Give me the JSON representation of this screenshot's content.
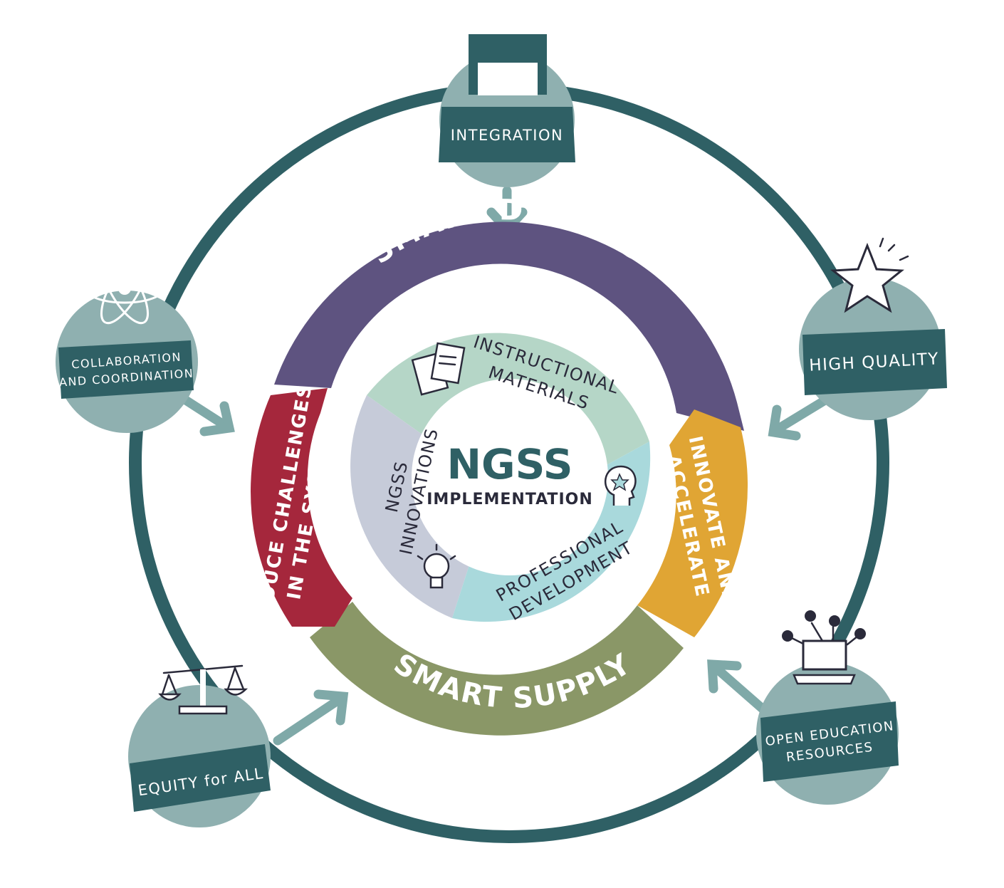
{
  "center": {
    "title": "NGSS",
    "subtitle": "IMPLEMENTATION"
  },
  "outer_ring": {
    "top": "SMART DEMAND",
    "bottom": "SMART SUPPLY",
    "left": "REDUCE CHALLENGES IN THE SYSTEM",
    "left_line1": "REDUCE CHALLENGES",
    "left_line2": "IN THE SYSTEM",
    "right_line1": "INNOVATE AND",
    "right_line2": "ACCELERATE"
  },
  "inner_ring": {
    "instructional_line1": "INSTRUCTIONAL",
    "instructional_line2": "MATERIALS",
    "innovations_line1": "NGSS",
    "innovations_line2": "INNOVATIONS",
    "pd_line1": "PROFESSIONAL",
    "pd_line2": "DEVELOPMENT"
  },
  "nodes": [
    {
      "id": "integration",
      "label_line1": "INTEGRATION",
      "label_line2": "",
      "icon": "tablet-icon"
    },
    {
      "id": "high-quality",
      "label_line1": "HIGH QUALITY",
      "label_line2": "",
      "icon": "star-icon"
    },
    {
      "id": "open-education",
      "label_line1": "OPEN EDUCATION",
      "label_line2": "RESOURCES",
      "icon": "laptop-network-icon"
    },
    {
      "id": "equity",
      "label_line1": "EQUITY for ALL",
      "label_line2": "",
      "icon": "scales-icon"
    },
    {
      "id": "collaboration",
      "label_line1": "COLLABORATION",
      "label_line2": "AND COORDINATION",
      "icon": "atom-icon"
    }
  ],
  "colors": {
    "node_light": "#8fb0b0",
    "node_dark": "#2f6065",
    "ring_line": "#2f6065",
    "arrow": "#7fa9a8",
    "smart_demand": "#5e5380",
    "smart_supply": "#8a9767",
    "reduce": "#a5273c",
    "innovate": "#e0a534",
    "instructional": "#b5d6c7",
    "innovations": "#c6cbd9",
    "professional": "#a9d9dc"
  }
}
